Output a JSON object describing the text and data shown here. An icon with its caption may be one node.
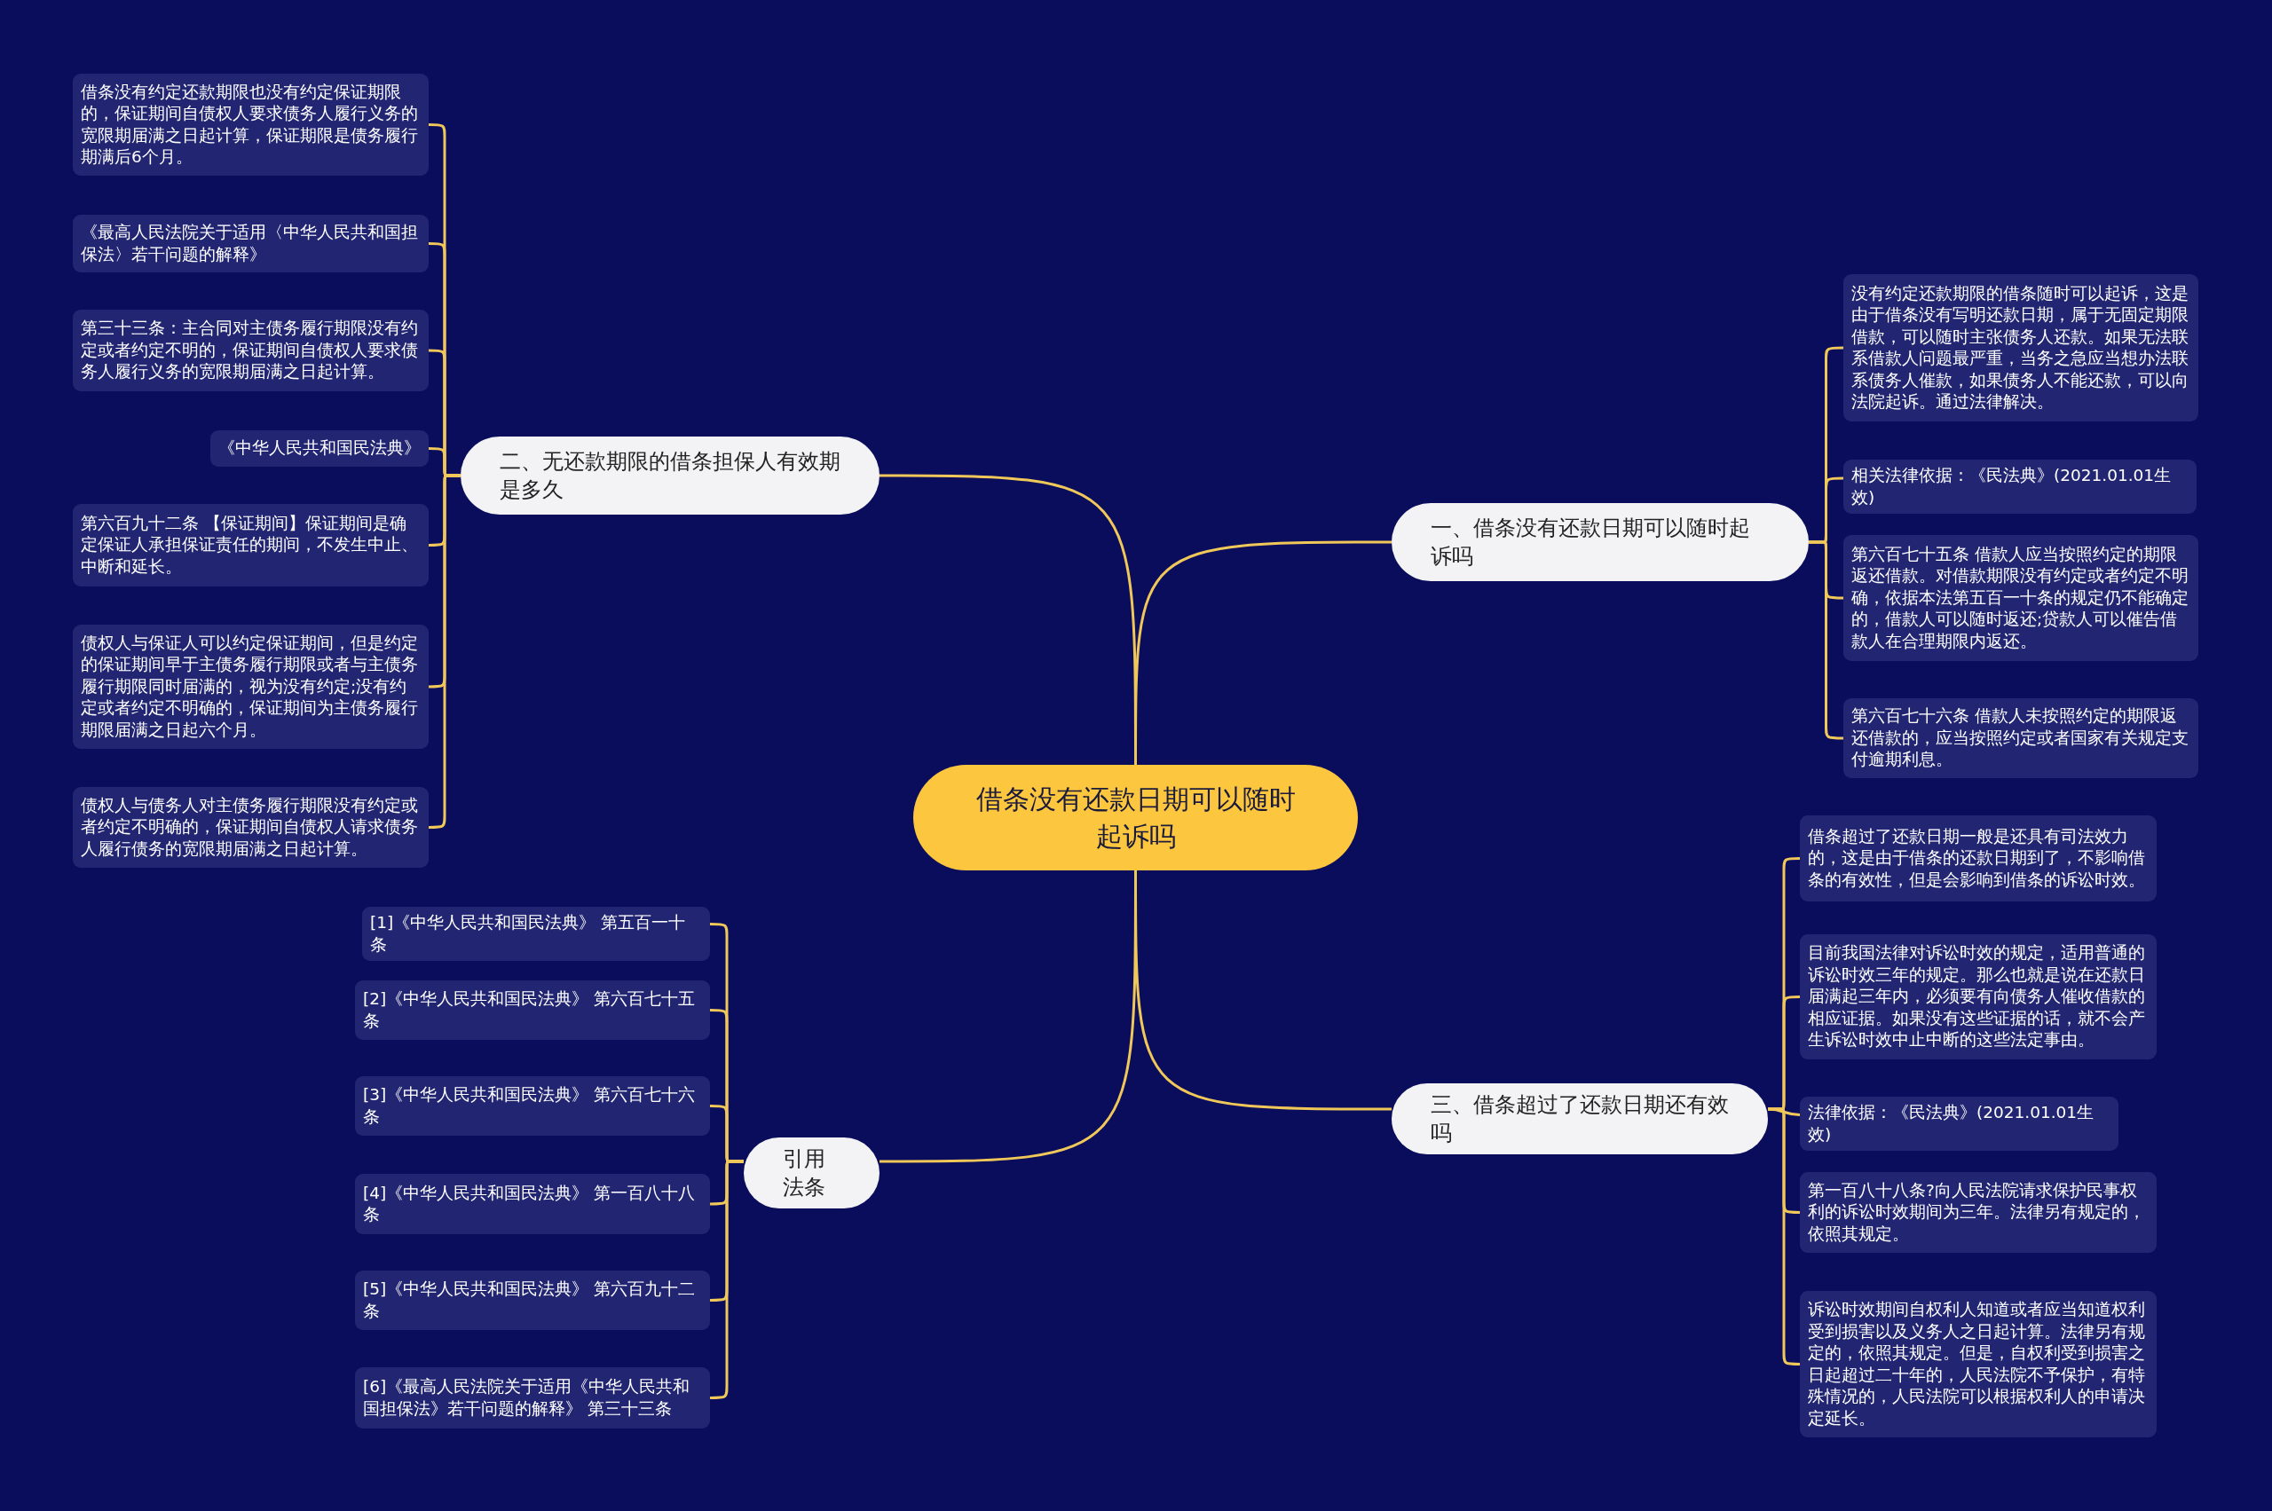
{
  "diagram": {
    "nodes": [
      {
        "text": [
          "借条没有还款日期可以随时起诉吗"
        ]
      },
      {
        "text": [
          "一、借条没有还款日期可以随时起诉吗"
        ]
      },
      {
        "text": [
          "没有约定还款期限的借条随时可以起诉，这是由于借条没有写明还款日期，属于无固定期限借款，可以随时主张债务人还款。如果无法联系借款人问题最严重，当务之急应当想办法联系债务人催款，如果债务人不能还款，可以向法院起诉。通过法律解决。"
        ]
      },
      {
        "text": [
          "相关法律依据：《民法典》(2021.01.01生效)"
        ]
      },
      {
        "text": [
          "第六百七十五条 借款人应当按照约定的期限返还借款。对借款期限没有约定或者约定不明确，依据本法第五百一十条的规定仍不能确定的，借款人可以随时返还;贷款人可以催告借款人在合理期限内返还。"
        ]
      },
      {
        "text": [
          "第六百七十六条 借款人未按照约定的期限返还借款的，应当按照约定或者国家有关规定支付逾期利息。"
        ]
      },
      {
        "text": [
          "二、无还款期限的借条担保人有效期是多久"
        ]
      },
      {
        "text": [
          "借条没有约定还款期限也没有约定保证期限的，保证期间自债权人要求债务人履行义务的宽限期届满之日起计算，保证期限是债务履行期满后6个月。"
        ]
      },
      {
        "text": [
          "《最高人民法院关于适用〈中华人民共和国担保法〉若干问题的解释》"
        ]
      },
      {
        "text": [
          "第三十三条：主合同对主债务履行期限没有约定或者约定不明的，保证期间自债权人要求债务人履行义务的宽限期届满之日起计算。"
        ]
      },
      {
        "text": [
          "《中华人民共和国民法典》"
        ]
      },
      {
        "text": [
          "第六百九十二条 【保证期间】保证期间是确定保证人承担保证责任的期间，不发生中止、中断和延长。"
        ]
      },
      {
        "text": [
          "债权人与保证人可以约定保证期间，但是约定的保证期间早于主债务履行期限或者与主债务履行期限同时届满的，视为没有约定;没有约定或者约定不明确的，保证期间为主债务履行期限届满之日起六个月。"
        ]
      },
      {
        "text": [
          "债权人与债务人对主债务履行期限没有约定或者约定不明确的，保证期间自债权人请求债务人履行债务的宽限期届满之日起计算。"
        ]
      },
      {
        "text": [
          "三、借条超过了还款日期还有效吗"
        ]
      },
      {
        "text": [
          "借条超过了还款日期一般是还具有司法效力的，这是由于借条的还款日期到了，不影响借条的有效性，但是会影响到借条的诉讼时效。"
        ]
      },
      {
        "text": [
          "目前我国法律对诉讼时效的规定，适用普通的诉讼时效三年的规定。那么也就是说在还款日届满起三年内，必须要有向债务人催收借款的相应证据。如果没有这些证据的话，就不会产生诉讼时效中止中断的这些法定事由。"
        ]
      },
      {
        "text": [
          "法律依据：《民法典》(2021.01.01生效)"
        ]
      },
      {
        "text": [
          "第一百八十八条?向人民法院请求保护民事权利的诉讼时效期间为三年。法律另有规定的，依照其规定。"
        ]
      },
      {
        "text": [
          "诉讼时效期间自权利人知道或者应当知道权利受到损害以及义务人之日起计算。法律另有规定的，依照其规定。但是，自权利受到损害之日起超过二十年的，人民法院不予保护，有特殊情况的，人民法院可以根据权利人的申请决定延长。"
        ]
      },
      {
        "text": [
          "引用法条"
        ]
      },
      {
        "text": [
          "[1]《中华人民共和国民法典》 第五百一十条"
        ]
      },
      {
        "text": [
          "[2]《中华人民共和国民法典》 第六百七十五条"
        ]
      },
      {
        "text": [
          "[3]《中华人民共和国民法典》 第六百七十六条"
        ]
      },
      {
        "text": [
          "[4]《中华人民共和国民法典》 第一百八十八条"
        ]
      },
      {
        "text": [
          "[5]《中华人民共和国民法典》 第六百九十二条"
        ]
      },
      {
        "text": [
          "[6]《最高人民法院关于适用《中华人民共和国担保法》若干问题的解释》 第三十三条"
        ]
      }
    ],
    "edges": [
      {
        "from": 0,
        "to": 1,
        "arrow": "none"
      },
      {
        "from": 1,
        "to": 2,
        "arrow": "none"
      },
      {
        "from": 1,
        "to": 3,
        "arrow": "none"
      },
      {
        "from": 1,
        "to": 4,
        "arrow": "none"
      },
      {
        "from": 1,
        "to": 5,
        "arrow": "none"
      },
      {
        "from": 0,
        "to": 6,
        "arrow": "none"
      },
      {
        "from": 6,
        "to": 7,
        "arrow": "none"
      },
      {
        "from": 6,
        "to": 8,
        "arrow": "none"
      },
      {
        "from": 6,
        "to": 9,
        "arrow": "none"
      },
      {
        "from": 6,
        "to": 10,
        "arrow": "none"
      },
      {
        "from": 6,
        "to": 11,
        "arrow": "none"
      },
      {
        "from": 6,
        "to": 12,
        "arrow": "none"
      },
      {
        "from": 6,
        "to": 13,
        "arrow": "none"
      },
      {
        "from": 0,
        "to": 14,
        "arrow": "none"
      },
      {
        "from": 14,
        "to": 15,
        "arrow": "none"
      },
      {
        "from": 14,
        "to": 16,
        "arrow": "none"
      },
      {
        "from": 14,
        "to": 17,
        "arrow": "none"
      },
      {
        "from": 14,
        "to": 18,
        "arrow": "none"
      },
      {
        "from": 14,
        "to": 19,
        "arrow": "none"
      },
      {
        "from": 0,
        "to": 20,
        "arrow": "none"
      },
      {
        "from": 20,
        "to": 21,
        "arrow": "none"
      },
      {
        "from": 20,
        "to": 22,
        "arrow": "none"
      },
      {
        "from": 20,
        "to": 23,
        "arrow": "none"
      },
      {
        "from": 20,
        "to": 24,
        "arrow": "none"
      },
      {
        "from": 20,
        "to": 25,
        "arrow": "none"
      },
      {
        "from": 20,
        "to": 26,
        "arrow": "none"
      }
    ]
  }
}
